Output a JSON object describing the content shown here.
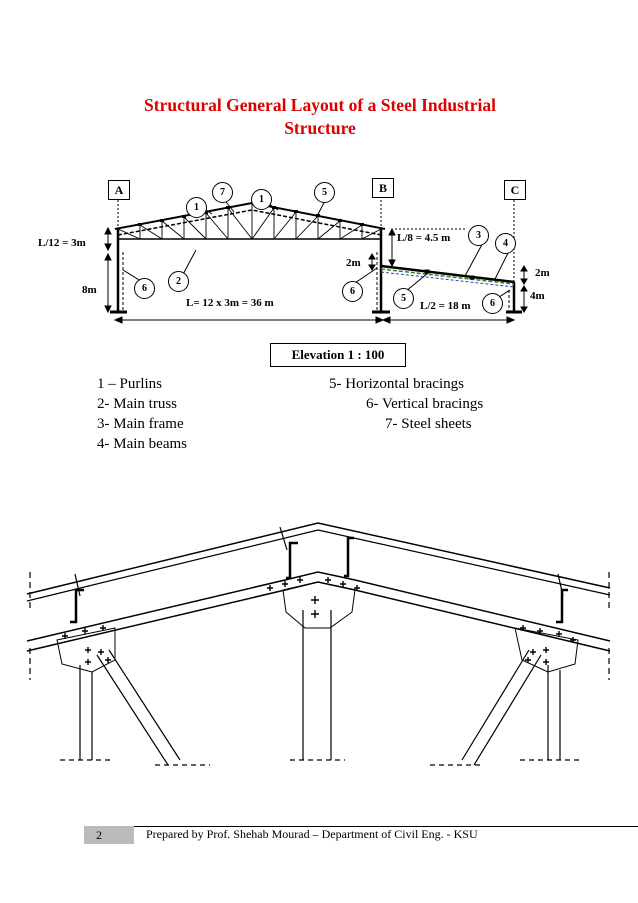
{
  "title_line1": "Structural General Layout of a Steel Industrial",
  "title_line2": "Structure",
  "grid_labels": {
    "a": "A",
    "b": "B",
    "c": "C"
  },
  "bubbles": {
    "b7": "7",
    "b1a": "1",
    "b1b": "1",
    "b5a": "5",
    "b3": "3",
    "b4": "4",
    "b2": "2",
    "b6a": "6",
    "b6b": "6",
    "b5b": "5",
    "b6c": "6"
  },
  "dims": {
    "l12": "L/12 = 3m",
    "h8": "8m",
    "span": "L= 12 x 3m = 36 m",
    "l8": "L/8 = 4.5 m",
    "two_m_left": "2m",
    "two_m_right": "2m",
    "four_m": "4m",
    "half": "L/2 = 18 m"
  },
  "elevation": "Elevation  1 : 100",
  "legend": {
    "i1": "1 – Purlins",
    "i2": "2- Main truss",
    "i3": "3- Main frame",
    "i4": "4- Main beams",
    "i5": "5- Horizontal bracings",
    "i6": "6- Vertical bracings",
    "i7": "7- Steel sheets"
  },
  "footer": {
    "page": "2",
    "text": "Prepared by Prof. Shehab Mourad – Department of Civil Eng. - KSU"
  }
}
